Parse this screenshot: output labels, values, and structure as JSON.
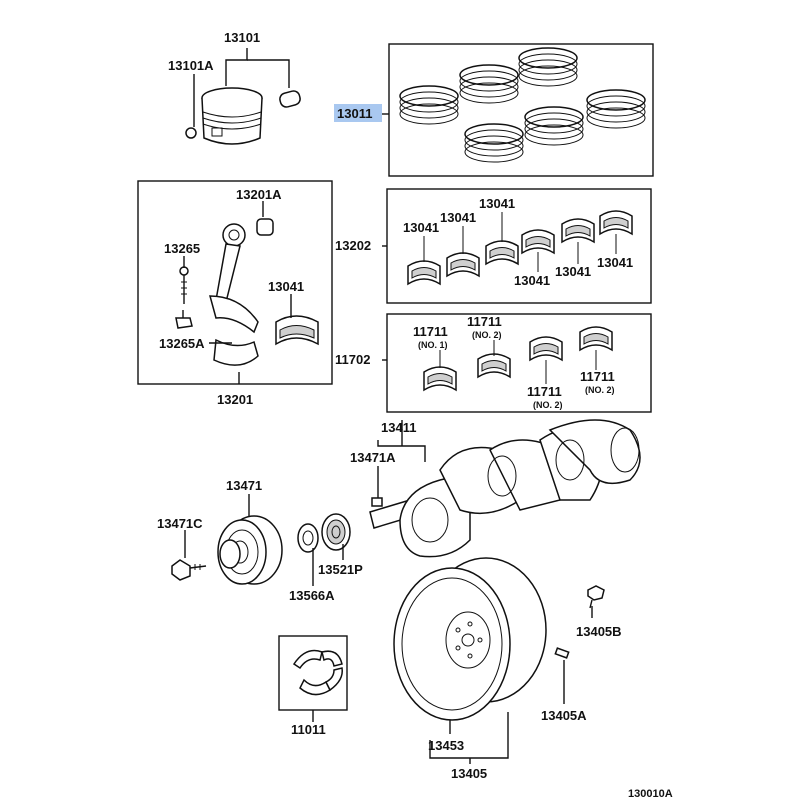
{
  "labels": {
    "piston": "13101",
    "piston_pin_clip": "13101A",
    "piston_ring_set": "13011",
    "connecting_rod_bushing": "13201A",
    "connecting_rod_bolt": "13265",
    "connecting_rod_bearing": "13041",
    "connecting_rod_nut": "13265A",
    "connecting_rod": "13201",
    "bearing_set_group": "13202",
    "bearing_set_b1": "13041",
    "bearing_set_b2": "13041",
    "bearing_set_b3": "13041",
    "bearing_set_b4": "13041",
    "bearing_set_b5": "13041",
    "bearing_set_b6": "13041",
    "main_bearing_group": "11702",
    "main_bearing_no1": "11711",
    "main_bearing_no1_sub": "(NO. 1)",
    "main_bearing_no2a": "11711",
    "main_bearing_no2a_sub": "(NO. 2)",
    "main_bearing_no2b": "11711",
    "main_bearing_no2b_sub": "(NO. 2)",
    "main_bearing_no2c": "11711",
    "main_bearing_no2c_sub": "(NO. 2)",
    "crankshaft": "13411",
    "crankshaft_key": "13471A",
    "pulley": "13471",
    "pulley_bolt": "13471C",
    "crank_angle_plate": "13566A",
    "timing_pulley": "13521P",
    "thrust_washer_set": "11011",
    "flywheel": "13405",
    "ring_gear": "13453",
    "flywheel_bolt": "13405B",
    "flywheel_pin": "13405A",
    "diagram_ref": "130010A"
  },
  "colors": {
    "highlight": "#a9c8f0",
    "ink": "#111111"
  }
}
